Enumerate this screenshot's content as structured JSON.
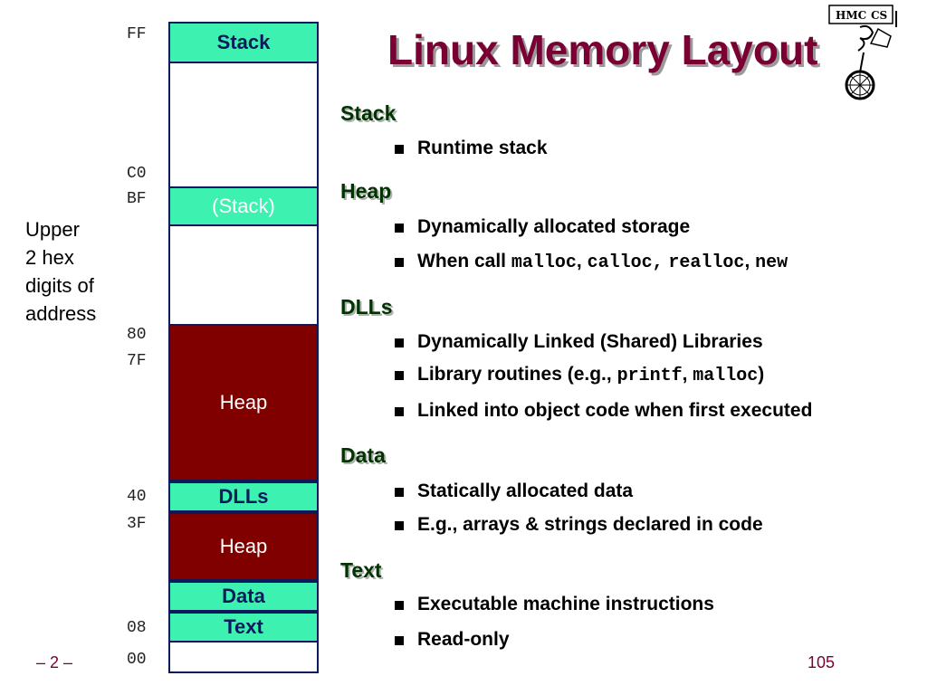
{
  "title": "Linux Memory Layout",
  "logo": {
    "line1": "HMC CS"
  },
  "addresses": [
    "FF",
    "C0",
    "BF",
    "80",
    "7F",
    "40",
    "3F",
    "08",
    "00"
  ],
  "upper_label": [
    "Upper",
    "2 hex",
    "digits of",
    "address"
  ],
  "segments": {
    "stack": "Stack",
    "stack2": "(Stack)",
    "heap1": "Heap",
    "dlls": "DLLs",
    "heap2": "Heap",
    "data": "Data",
    "text": "Text"
  },
  "sections": [
    {
      "title": "Stack",
      "items": [
        "Runtime stack"
      ]
    },
    {
      "title": "Heap",
      "items": [
        "Dynamically allocated storage",
        "When call"
      ]
    },
    {
      "title": "DLLs",
      "items": [
        "Dynamically Linked (Shared) Libraries",
        "Library routines (e.g.,",
        "Linked into object code when first executed"
      ]
    },
    {
      "title": "Data",
      "items": [
        "Statically allocated data",
        "E.g., arrays & strings declared in code"
      ]
    },
    {
      "title": "Text",
      "items": [
        "Executable machine instructions",
        "Read-only"
      ]
    }
  ],
  "code_terms": {
    "malloc": "malloc",
    "calloc": "calloc,",
    "realloc": "realloc",
    "new": "new",
    "printf": "printf"
  },
  "footer": {
    "left": "– 2 –",
    "right": "105"
  },
  "colors": {
    "title": "#7a0033",
    "teal": "#3df2b0",
    "heap": "#800000",
    "border": "#0a1a5c"
  }
}
